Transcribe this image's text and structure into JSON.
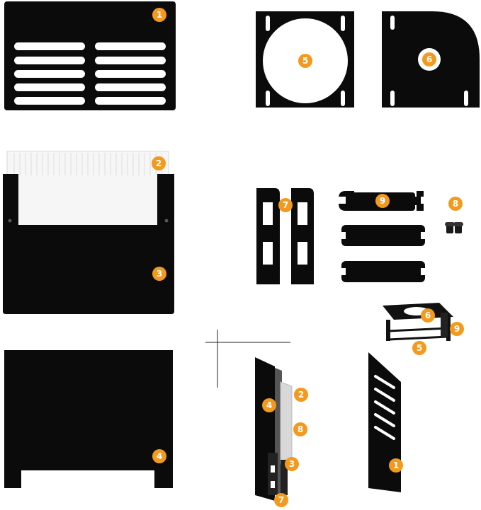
{
  "colors": {
    "panel": "#0b0b0b",
    "badge": "#f39a1e",
    "badge_text": "#ffffff",
    "window": "#f2f2f2",
    "line": "#222222"
  },
  "badges": {
    "b1_top": "1",
    "b5_top": "5",
    "b6_top": "6",
    "b2_left": "2",
    "b3_left": "3",
    "b7_mid": "7",
    "b9_mid": "9",
    "b8_mid": "8",
    "b4_left": "4",
    "b6_asm": "6",
    "b9_asm": "9",
    "b5_asm": "5",
    "b2_stack": "2",
    "b4_stack": "4",
    "b8_stack": "8",
    "b3_stack": "3",
    "b7_stack": "7",
    "b1_side": "1"
  }
}
